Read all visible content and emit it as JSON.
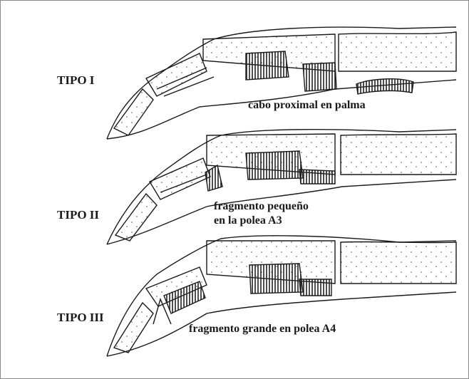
{
  "figure": {
    "panels": [
      {
        "type_label": "TIPO I",
        "caption_lines": [
          "cabo proximal en palma"
        ]
      },
      {
        "type_label": "TIPO II",
        "caption_lines": [
          "fragmento pequeño",
          "en la polea A3"
        ]
      },
      {
        "type_label": "TIPO III",
        "caption_lines": [
          "fragmento grande en polea A4"
        ]
      }
    ]
  }
}
